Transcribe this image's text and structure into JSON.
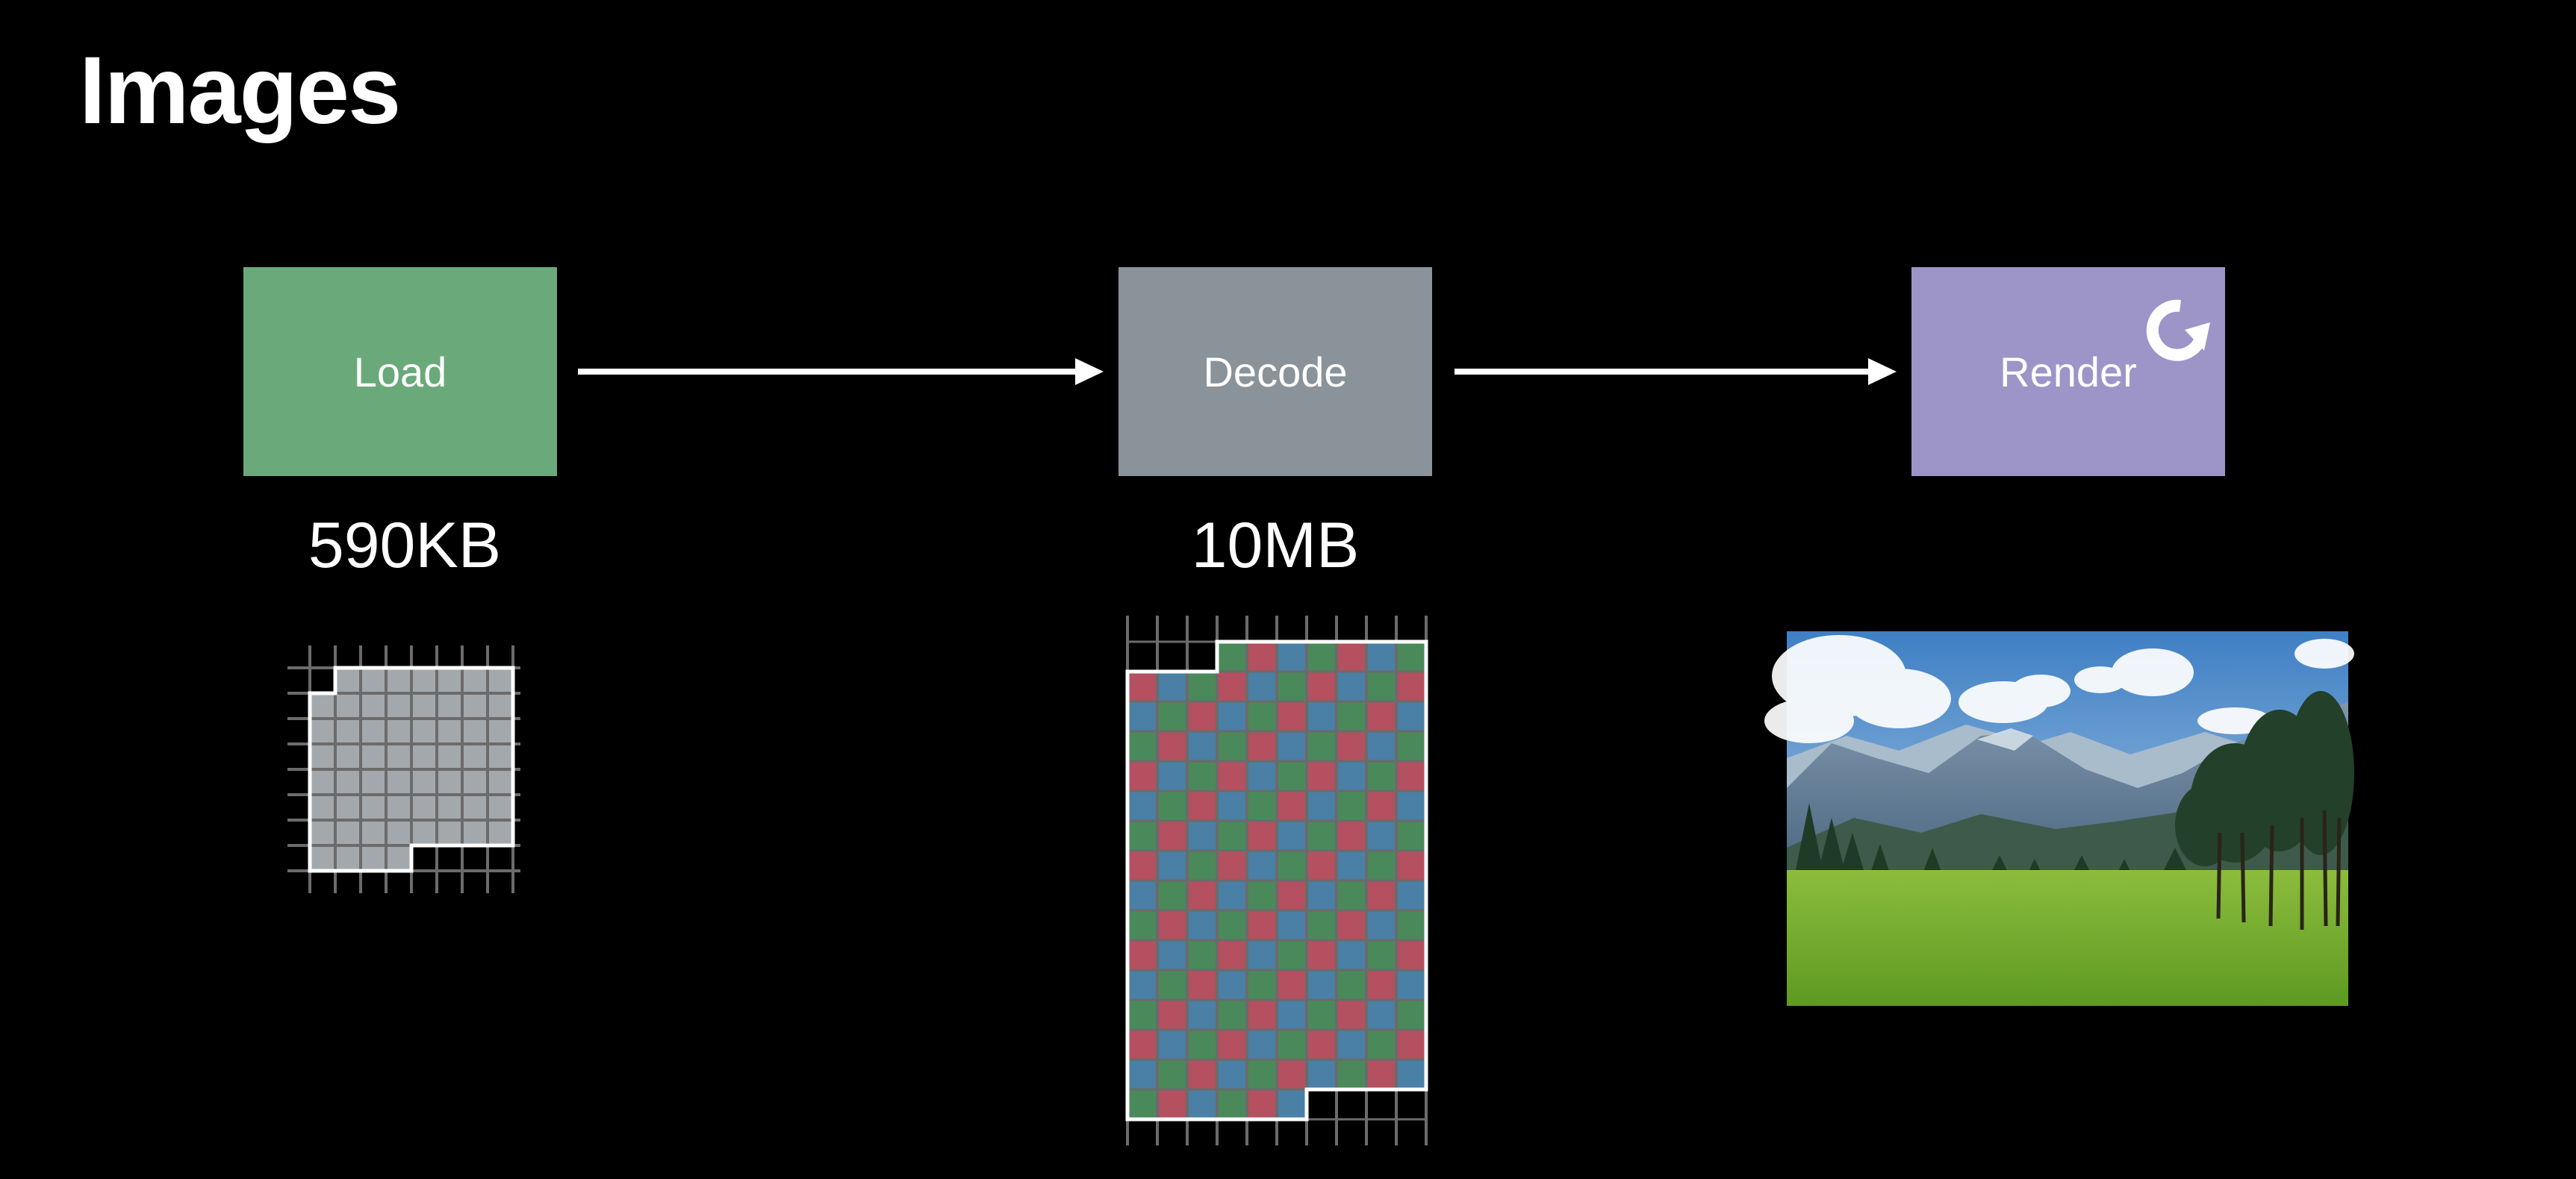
{
  "title": "Images",
  "stages": [
    {
      "label": "Load",
      "size": "590KB",
      "color": "#6aa97a"
    },
    {
      "label": "Decode",
      "size": "10MB",
      "color": "#8a939a"
    },
    {
      "label": "Render",
      "size": "",
      "color": "#9d95c8"
    }
  ],
  "icons": {
    "render": "refresh-icon"
  },
  "colors": {
    "background": "#000000",
    "text": "#ffffff",
    "arrow": "#ffffff",
    "grid_line": "#6b6b6b",
    "compressed_fill": "#a3a8ad",
    "pixel_red": "#b4505f",
    "pixel_green": "#4a8a5a",
    "pixel_blue": "#4a7fa6"
  },
  "image": {
    "subject": "mountain-meadow-photo"
  }
}
